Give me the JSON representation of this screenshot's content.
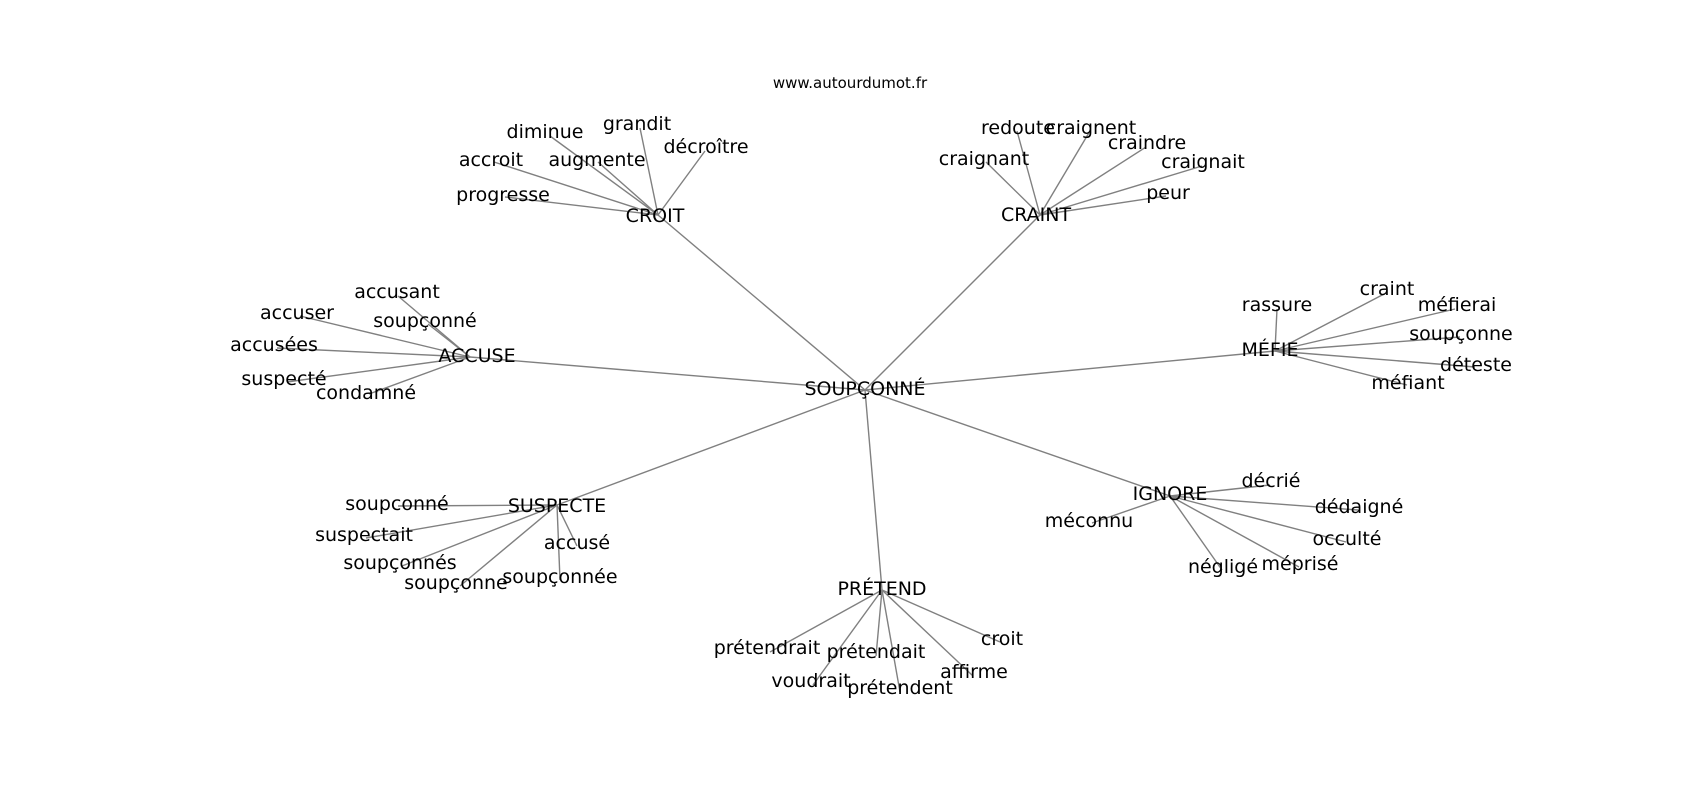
{
  "site": "www.autourdumot.fr",
  "colors": {
    "edge": "#808080",
    "text": "#000000",
    "background": "#ffffff"
  },
  "graph": {
    "center": {
      "label": "SOUPÇONNÉ"
    },
    "hubs": [
      {
        "label": "CROIT",
        "leaves": [
          "diminue",
          "grandit",
          "décroître",
          "accroit",
          "augmente",
          "progresse"
        ]
      },
      {
        "label": "CRAINT",
        "leaves": [
          "redoute",
          "craignent",
          "craindre",
          "craignant",
          "craignait",
          "peur"
        ]
      },
      {
        "label": "ACCUSE",
        "leaves": [
          "accusant",
          "accuser",
          "soupçonné",
          "accusées",
          "suspecté",
          "condamné"
        ]
      },
      {
        "label": "MÉFIE",
        "leaves": [
          "rassure",
          "craint",
          "méfierai",
          "soupçonne",
          "déteste",
          "méfiant"
        ]
      },
      {
        "label": "SUSPECTE",
        "leaves": [
          "soupconné",
          "suspectait",
          "accusé",
          "soupçonnés",
          "soupçonnée",
          "soupçonne"
        ]
      },
      {
        "label": "IGNORE",
        "leaves": [
          "décrié",
          "dédaigné",
          "méconnu",
          "occulté",
          "négligé",
          "méprisé"
        ]
      },
      {
        "label": "PRÉTEND",
        "leaves": [
          "croit",
          "prétendrait",
          "prétendait",
          "affirme",
          "voudrait",
          "prétendent"
        ]
      }
    ]
  }
}
